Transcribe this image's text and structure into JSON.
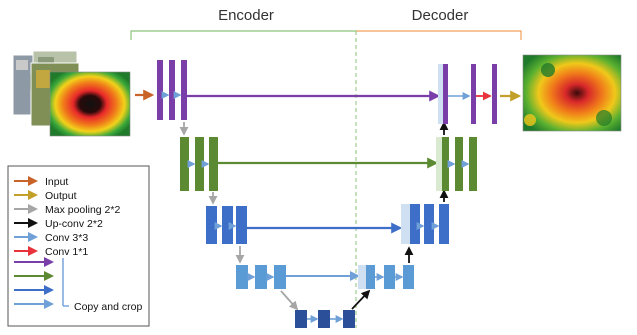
{
  "headers": {
    "encoder": "Encoder",
    "decoder": "Decoder"
  },
  "legend": {
    "items": [
      {
        "label": "Input",
        "color": "#c8642a"
      },
      {
        "label": "Output",
        "color": "#c2a02a"
      },
      {
        "label": "Max pooling 2*2",
        "color": "#a6a6a6"
      },
      {
        "label": "Up-conv 2*2",
        "color": "#111111"
      },
      {
        "label": "Conv 3*3",
        "color": "#6fa0d8"
      },
      {
        "label": "Conv 1*1",
        "color": "#e8333a"
      }
    ],
    "copy_colors": [
      "#7a3ea8",
      "#5b8a32",
      "#3e6fc8",
      "#6fa0d8"
    ],
    "copy_label": "Copy and crop"
  },
  "colors": {
    "level1": "#7a3ea8",
    "level2": "#5b8a32",
    "level3": "#3e6fc8",
    "level4": "#5b9bd5",
    "bottleneck": "#2c4f9a",
    "encoder_bracket": "#8cc47a",
    "decoder_bracket": "#f0a05a"
  }
}
